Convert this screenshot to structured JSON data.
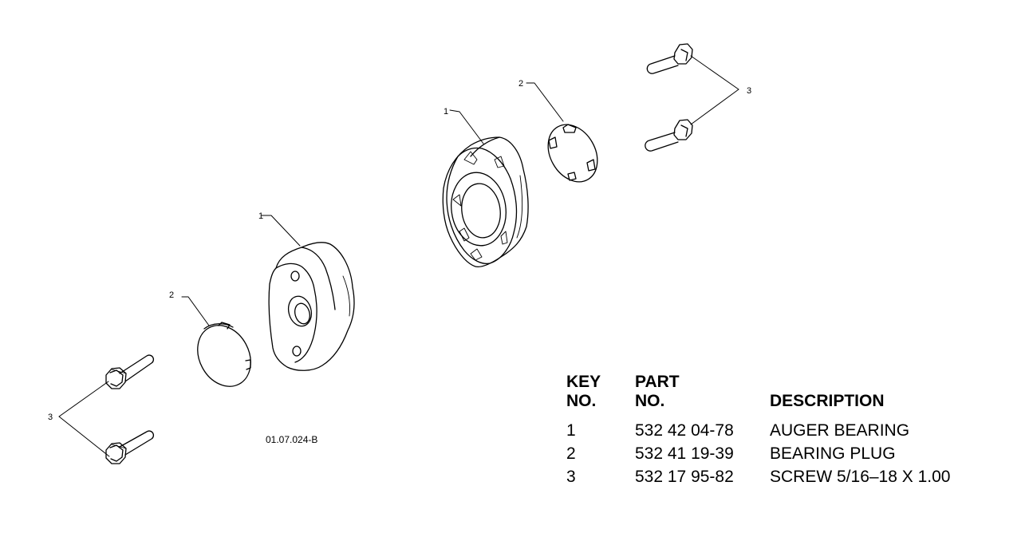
{
  "diagram": {
    "callouts": {
      "bearing_upper": "1",
      "bearing_lower": "1",
      "plug_upper": "2",
      "plug_lower": "2",
      "screws_upper": "3",
      "screws_lower": "3"
    },
    "drawing_id": "01.07.024-B"
  },
  "parts_table": {
    "headers": {
      "key_line1": "KEY",
      "key_line2": "NO.",
      "part_line1": "PART",
      "part_line2": "NO.",
      "description": "DESCRIPTION"
    },
    "rows": [
      {
        "key": "1",
        "part": "532 42 04-78",
        "description": "AUGER BEARING"
      },
      {
        "key": "2",
        "part": "532 41 19-39",
        "description": "BEARING PLUG"
      },
      {
        "key": "3",
        "part": "532 17 95-82",
        "description": "SCREW 5/16–18 X 1.00"
      }
    ]
  }
}
